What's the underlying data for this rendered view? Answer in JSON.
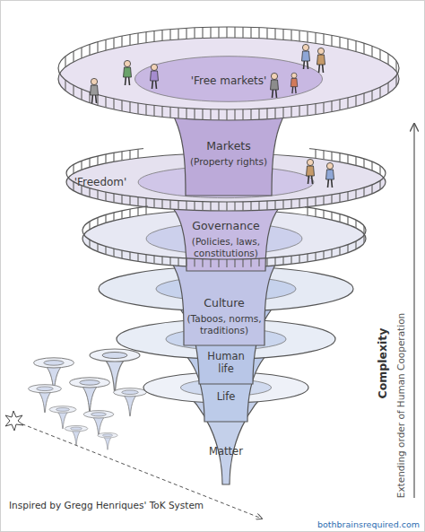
{
  "diagram": {
    "nodes": [
      {
        "text": [
          "'Free markets'",
          "Markets",
          "(Property rights)"
        ]
      },
      {
        "text": [
          "'Freedom'",
          "Governance",
          "(Policies, laws, constitutions)"
        ]
      },
      {
        "text": [
          "Culture",
          "(Taboos, norms, traditions)"
        ]
      },
      {
        "text": [
          "Human life"
        ]
      },
      {
        "text": [
          "Life"
        ]
      },
      {
        "text": [
          "Matter"
        ]
      }
    ],
    "labels": [
      "Complexity",
      "Extending order of Human Cooperation",
      "Inspired by Gregg Henriques' ToK System",
      "bothbrainsrequired.com"
    ]
  }
}
